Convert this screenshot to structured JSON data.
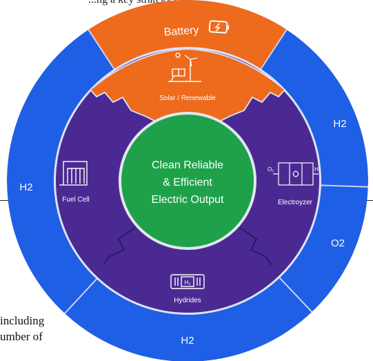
{
  "page": {
    "top_fragment": "...ng a key strategy to...",
    "text_fragment_1": "including",
    "text_fragment_2": "umber of"
  },
  "diagram": {
    "center_lines": [
      "Clean Reliable",
      "& Efficient",
      "Electric Output"
    ],
    "outer_ring": {
      "top": "Battery",
      "right_upper": "H2",
      "right_lower": "O2",
      "bottom": "H2",
      "left": "H2"
    },
    "inner_ring": {
      "top": "Solar / Renewable",
      "right": "Electroyzer",
      "bottom": "Hydrides",
      "left": "Fuel Cell"
    },
    "electrolyzer_symbols": [
      "O₂",
      "H₂"
    ],
    "hydride_symbol": "H₂",
    "icons": [
      "battery-icon",
      "solar-wind-icon",
      "fuel-cell-icon",
      "electrolyzer-icon",
      "hydride-canister-icon"
    ],
    "colors": {
      "outer_blue": "#1f5fe6",
      "battery_orange": "#ee6a1c",
      "inner_purple": "#4a2a92",
      "center_green": "#1fa14a",
      "divider": "#cdd3e8"
    }
  }
}
